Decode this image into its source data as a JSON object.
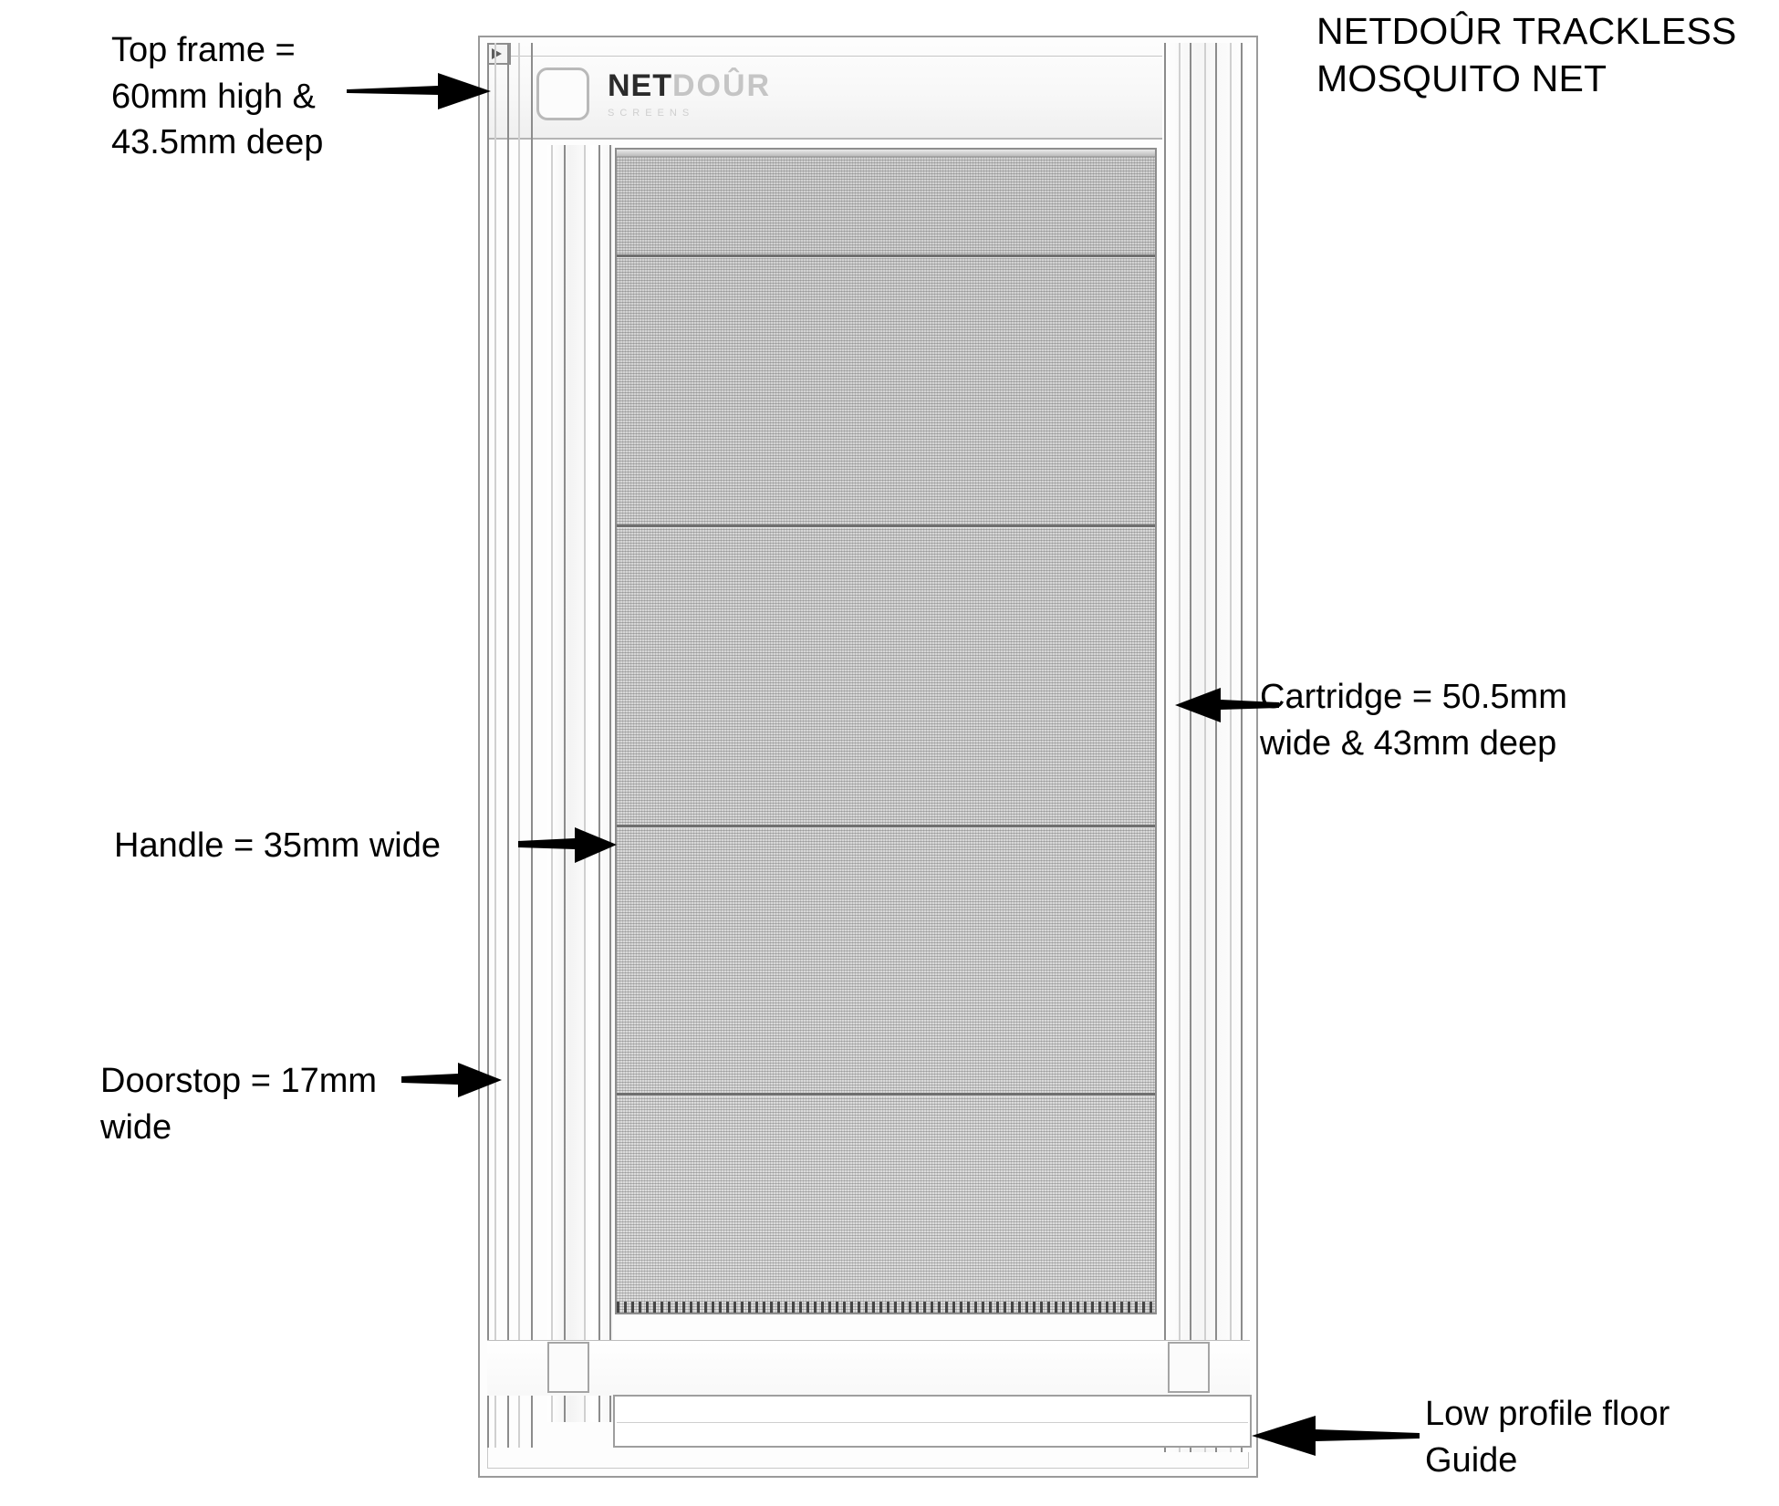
{
  "title": "NETDOÛR TRACKLESS\nMOSQUITO NET",
  "logo": {
    "brand_dark": "NET",
    "brand_light": "DOÛR",
    "tagline": "SCREENS"
  },
  "annotations": [
    {
      "id": "top-frame",
      "text": "Top frame =\n60mm high &\n43.5mm deep",
      "arrow": "right"
    },
    {
      "id": "handle",
      "text": "Handle = 35mm wide",
      "arrow": "right"
    },
    {
      "id": "doorstop",
      "text": "Doorstop = 17mm\nwide",
      "arrow": "right"
    },
    {
      "id": "cartridge",
      "text": "Cartridge = 50.5mm\nwide & 43mm deep",
      "arrow": "left"
    },
    {
      "id": "floor-guide",
      "text": "Low profile floor\nGuide",
      "arrow": "left"
    }
  ],
  "colors": {
    "line": "#8c8c8c",
    "mesh": "#c6c6c6",
    "seam": "#6f6f6f",
    "text": "#000000",
    "logo_light": "#c5c5c5"
  },
  "diagram": {
    "type": "technical-elevation-drawing",
    "subject": "retractable trackless mosquito screen door",
    "components": [
      "top frame head rail",
      "logo plate",
      "doorstop stile",
      "handle stile",
      "mesh panel",
      "cartridge housing",
      "low profile floor guide"
    ]
  }
}
